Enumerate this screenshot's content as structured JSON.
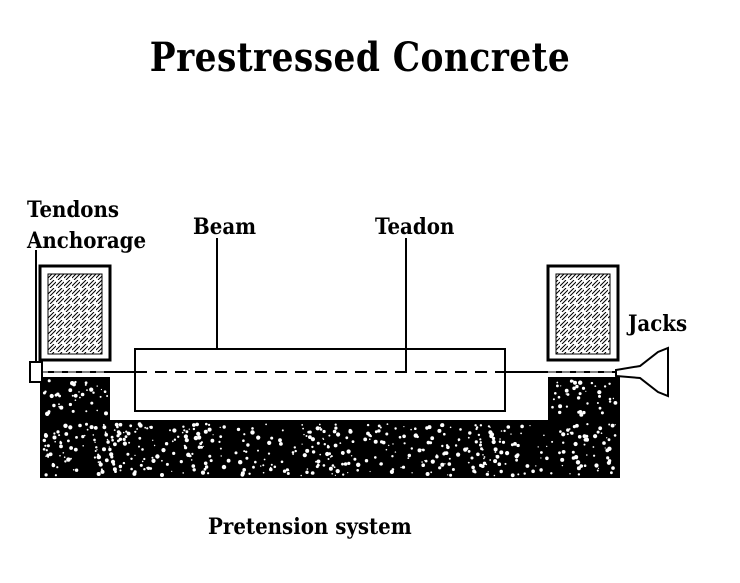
{
  "title": "Prestressed Concrete",
  "labels": {
    "tendons": "Tendons",
    "anchorage": "Anchorage",
    "beam": "Beam",
    "teadon": "Teadon",
    "jacks": "Jacks"
  },
  "caption": "Pretension system",
  "colors": {
    "ink": "#000000",
    "paper": "#ffffff"
  }
}
